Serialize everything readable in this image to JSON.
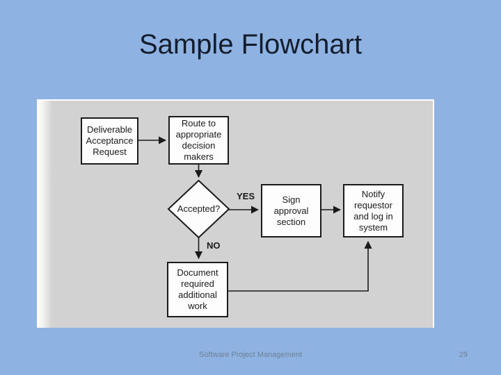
{
  "slide": {
    "title": "Sample Flowchart",
    "footer": "Software Project Management",
    "page_number": "29"
  },
  "flowchart": {
    "nodes": {
      "deliverable": "Deliverable\nAcceptance\nRequest",
      "route": "Route to\nappropriate\ndecision\nmakers",
      "accepted": "Accepted?",
      "sign": "Sign\napproval\nsection",
      "notify": "Notify\nrequestor\nand log in\nsystem",
      "document": "Document\nrequired\nadditional\nwork"
    },
    "labels": {
      "yes": "YES",
      "no": "NO"
    },
    "edges": [
      "Deliverable Acceptance Request -> Route to appropriate decision makers",
      "Route to appropriate decision makers -> Accepted?",
      "Accepted? -YES-> Sign approval section",
      "Accepted? -NO-> Document required additional work",
      "Sign approval section -> Notify requestor and log in system",
      "Document required additional work -> Notify requestor and log in system"
    ]
  },
  "colors": {
    "background": "#8EB2E2",
    "panel": "#D2D2D2",
    "title_text": "#141D2C",
    "footer_text": "#6F8096",
    "node_fill": "#FDFDFD",
    "node_border": "#1A1A1A",
    "line": "#1A1A1A"
  }
}
